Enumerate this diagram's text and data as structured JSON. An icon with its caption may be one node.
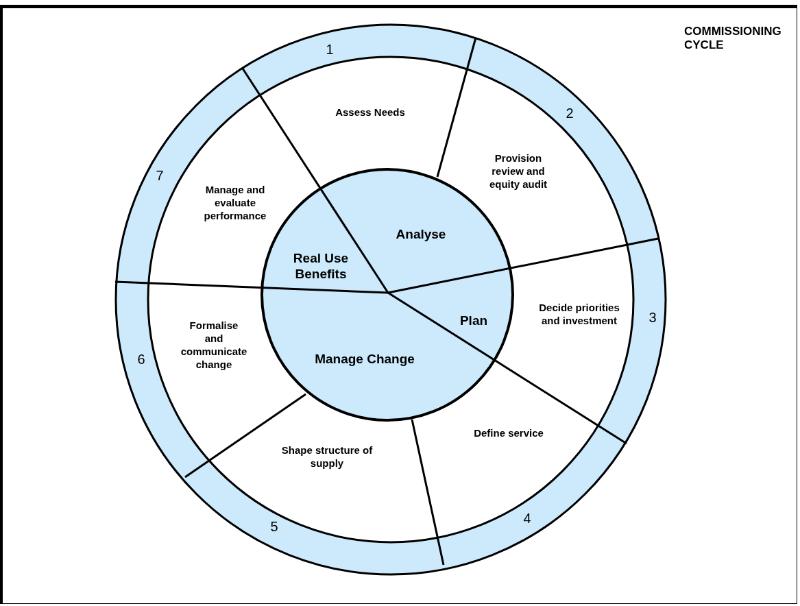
{
  "diagram": {
    "title": "COMMISSIONING CYCLE",
    "nodes": [
      {
        "text": [
          "Assess Needs"
        ]
      },
      {
        "text": [
          "Provision review and equity audit"
        ]
      },
      {
        "text": [
          "Decide priorities and investment"
        ]
      },
      {
        "text": [
          "Define service"
        ]
      },
      {
        "text": [
          "Shape structure of supply"
        ]
      },
      {
        "text": [
          "Formalise and communicate change"
        ]
      },
      {
        "text": [
          "Manage and evaluate performance"
        ]
      },
      {
        "text": [],
        "shape": "circle"
      },
      {
        "text": [
          "Analyse"
        ],
        "in": 7
      },
      {
        "text": [
          "Plan"
        ],
        "in": 7
      },
      {
        "text": [
          "Manage Change"
        ],
        "in": 7
      },
      {
        "text": [
          "Real Use Benefits"
        ],
        "in": 7
      }
    ],
    "labels": [
      "1",
      "2",
      "3",
      "4",
      "5",
      "6",
      "7"
    ]
  }
}
